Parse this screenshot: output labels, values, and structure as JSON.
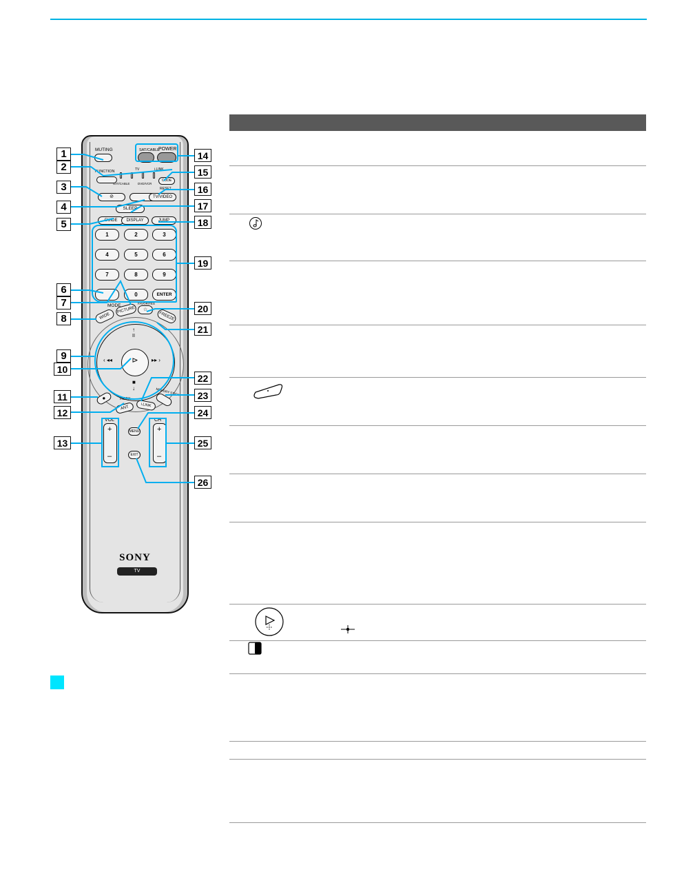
{
  "remote": {
    "labels": {
      "muting": "MUTING",
      "sat_cable": "SAT/CABLE",
      "power": "POWER",
      "function": "FUNCTION",
      "tv": "TV",
      "i_link": "i.LINK",
      "sat_cable_under": "SAT/CABLE",
      "tv_video": "DVD/VCR",
      "reset": "RESET",
      "code": "CODE",
      "sleep": "SLEEP",
      "tvvideo_btn": "TV/VIDEO",
      "guide": "GUIDE",
      "display": "DISPLAY",
      "jump": "JUMP",
      "enter": "ENTER",
      "mode": "MODE",
      "wide": "WIDE",
      "picture": "PICTURE",
      "favorites": "FAVORITES",
      "freeze": "FREEZE",
      "index": "INDEX",
      "ant": "ANT",
      "ilink_btn": "i.LINK",
      "memory_stick": "MEMORY STICK",
      "menu": "MENU",
      "exit": "EXIT",
      "vol": "VOL",
      "ch": "CH",
      "plus": "+",
      "minus": "–",
      "brand": "SONY",
      "tv_badge": "TV"
    },
    "keypad": [
      "1",
      "2",
      "3",
      "4",
      "5",
      "6",
      "7",
      "8",
      "9",
      "0"
    ],
    "callouts": [
      "1",
      "2",
      "3",
      "4",
      "5",
      "6",
      "7",
      "8",
      "9",
      "10",
      "11",
      "12",
      "13",
      "14",
      "15",
      "16",
      "17",
      "18",
      "19",
      "20",
      "21",
      "22",
      "23",
      "24",
      "25",
      "26"
    ]
  },
  "table": {
    "header": "",
    "row_icons": [
      "sound-note-icon",
      "slanted-button-icon",
      "joystick-center-icon",
      "memory-stick-slot-icon"
    ]
  },
  "colors": {
    "accent": "#00aeef",
    "header_bg": "#595959",
    "marker": "#00e5ff"
  }
}
